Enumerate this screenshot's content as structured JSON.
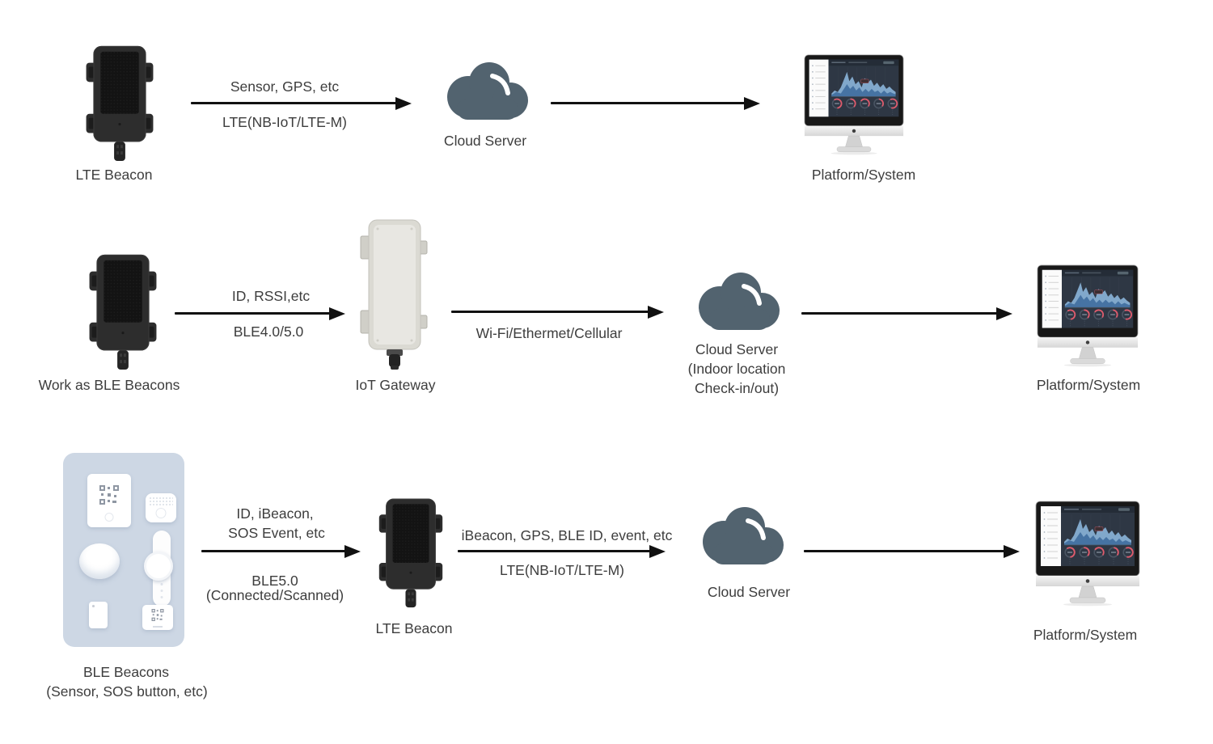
{
  "diagram": {
    "row1": {
      "device_label": "LTE Beacon",
      "arrow1_above": "Sensor, GPS, etc",
      "arrow1_below": "LTE(NB-IoT/LTE-M)",
      "cloud_label": "Cloud Server",
      "platform_label": "Platform/System"
    },
    "row2": {
      "device_label": "Work as BLE Beacons",
      "arrow1_above": "ID, RSSI,etc",
      "arrow1_below": "BLE4.0/5.0",
      "gateway_label": "IoT Gateway",
      "arrow2_below": "Wi-Fi/Ethermet/Cellular",
      "cloud_label1": "Cloud Server",
      "cloud_label2": "(Indoor location",
      "cloud_label3": "Check-in/out)",
      "platform_label": "Platform/System"
    },
    "row3": {
      "panel_label1": "BLE Beacons",
      "panel_label2": "(Sensor, SOS button, etc)",
      "arrow1_above1": "ID, iBeacon,",
      "arrow1_above2": "SOS Event, etc",
      "arrow1_below1": "BLE5.0",
      "arrow1_below2": "(Connected/Scanned)",
      "device_label": "LTE Beacon",
      "arrow2_above": "iBeacon, GPS, BLE ID, event, etc",
      "arrow2_below": "LTE(NB-IoT/LTE-M)",
      "cloud_label": "Cloud Server",
      "platform_label": "Platform/System"
    },
    "icons": {
      "beacon": "lte-beacon-device-icon",
      "cloud": "cloud-icon",
      "gateway": "iot-gateway-device-icon",
      "platform": "desktop-dashboard-monitor-icon",
      "ble_panel": "ble-beacons-panel"
    },
    "colors": {
      "text": "#3D3D3D",
      "arrow": "#111111",
      "cloud": "#52636F",
      "beacon_body": "#2D2D2D",
      "gateway_body": "#DBDAD3",
      "panel_bg": "#CDD7E4",
      "screen_bg": "#2E3744",
      "chart_blue_light": "#86AED3",
      "chart_blue_dark": "#3F6D9E",
      "gauge_red": "#DE5B6C",
      "monitor_silver": "#D8D8D8"
    }
  }
}
